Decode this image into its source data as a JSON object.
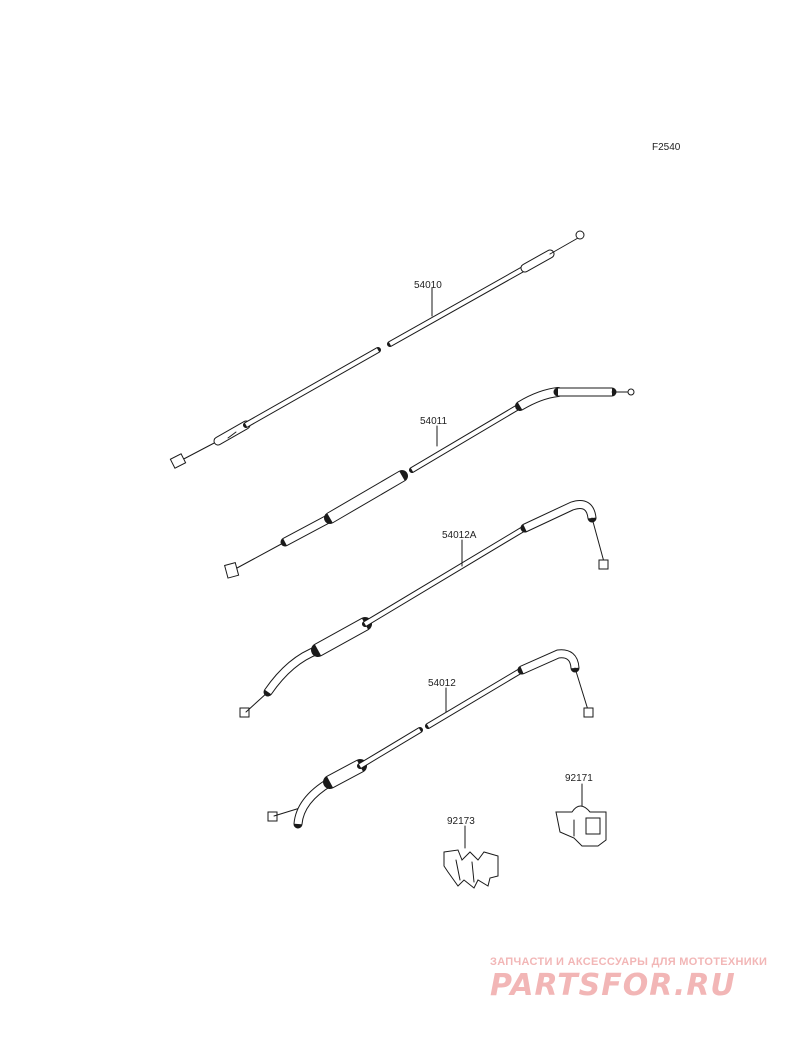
{
  "diagram_code": "F2540",
  "parts": [
    {
      "id": "54010"
    },
    {
      "id": "54011"
    },
    {
      "id": "54012A"
    },
    {
      "id": "54012"
    },
    {
      "id": "92171"
    },
    {
      "id": "92173"
    }
  ],
  "watermark": {
    "subtitle": "ЗАПЧАСТИ И АКСЕССУАРЫ ДЛЯ МОТОТЕХНИКИ",
    "brand": "PARTSFOR.RU",
    "color": "#f2b6b6"
  },
  "colors": {
    "line": "#1a1a1a",
    "background": "#ffffff"
  }
}
